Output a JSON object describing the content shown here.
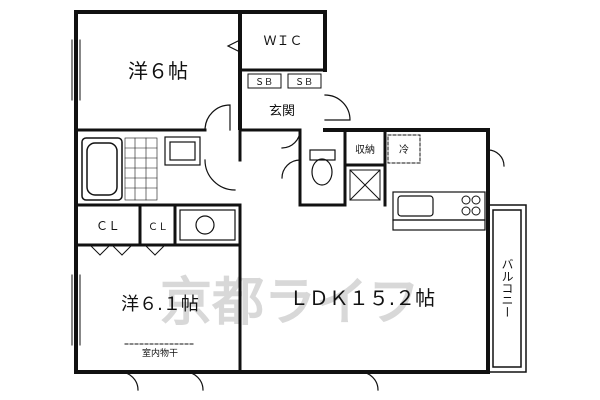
{
  "rooms": {
    "western_room_a": "洋６帖",
    "western_room_b": "洋６.１帖",
    "ldk": "ＬＤＫ１５.２帖",
    "wic": "ＷＩＣ",
    "entrance": "玄関",
    "shoe_box_left": "ＳＢ",
    "shoe_box_right": "ＳＢ",
    "storage": "収納",
    "fridge": "冷",
    "closet_large": "ＣＬ",
    "closet_small": "ＣＬ",
    "drying_area": "室内物干",
    "balcony": "バルコニー"
  },
  "watermark": "京都ライフ"
}
